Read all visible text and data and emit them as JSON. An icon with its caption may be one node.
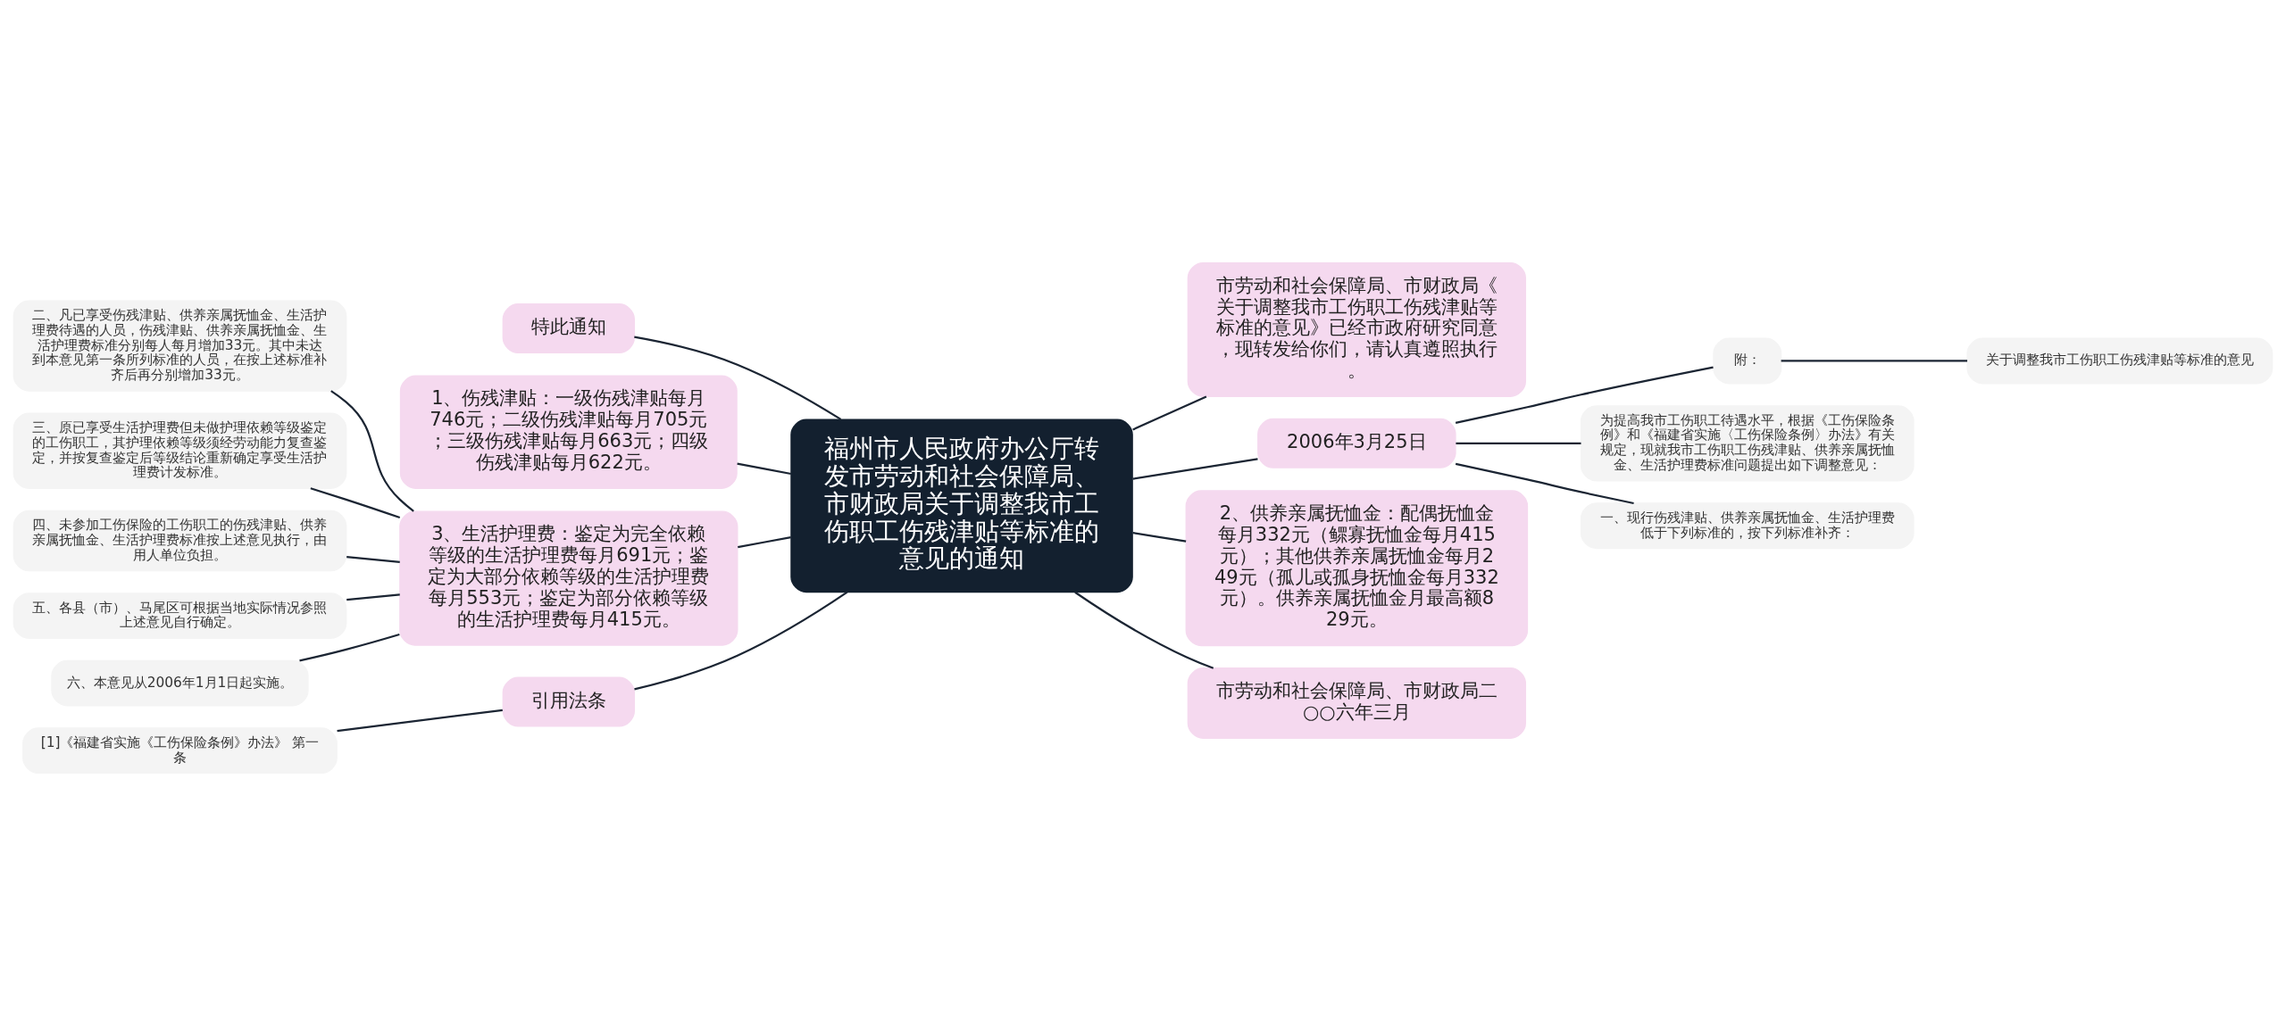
{
  "diagram": {
    "nodes": [
      {
        "text": [
          "福州市人民政府办公厅转发市劳动和社会保障局、市财政局关于调整我市工伤职工伤残津贴等标准的意见的通知"
        ]
      },
      {
        "text": [
          "特此通知"
        ]
      },
      {
        "text": [
          "1、伤残津贴：一级伤残津贴每月746元；二级伤残津贴每月705元；三级伤残津贴每月663元；四级伤残津贴每月622元。"
        ]
      },
      {
        "text": [
          "二、凡已享受伤残津贴、供养亲属抚恤金、生活护理费待遇的人员，伤残津贴、供养亲属抚恤金、生活护理费标准分别每人每月增加33元。其中未达到本意见第一条所列标准的人员，在按上述标准补齐后再分别增加33元。"
        ]
      },
      {
        "text": [
          "三、原已享受生活护理费但未做护理依赖等级鉴定的工伤职工，其护理依赖等级须经劳动能力复查鉴定，并按复查鉴定后等级结论重新确定享受生活护理费计发标准。"
        ]
      },
      {
        "text": [
          "四、未参加工伤保险的工伤职工的伤残津贴、供养亲属抚恤金、生活护理费标准按上述意见执行，由用人单位负担。"
        ]
      },
      {
        "text": [
          "五、各县（市）、马尾区可根据当地实际情况参照上述意见自行确定。"
        ]
      },
      {
        "text": [
          "六、本意见从2006年1月1日起实施。"
        ]
      },
      {
        "text": [
          "3、生活护理费：鉴定为完全依赖等级的生活护理费每月691元；鉴定为大部分依赖等级的生活护理费每月553元；鉴定为部分依赖等级的生活护理费每月415元。"
        ]
      },
      {
        "text": [
          "[1]《福建省实施《工伤保险条例》办法》 第一条"
        ]
      },
      {
        "text": [
          "引用法条"
        ]
      },
      {
        "text": [
          "市劳动和社会保障局、市财政局《关于调整我市工伤职工伤残津贴等标准的意见》已经市政府研究同意，现转发给你们，请认真遵照执行。"
        ]
      },
      {
        "text": [
          "附："
        ]
      },
      {
        "text": [
          "关于调整我市工伤职工伤残津贴等标准的意见"
        ]
      },
      {
        "text": [
          "2006年3月25日"
        ]
      },
      {
        "text": [
          "为提高我市工伤职工待遇水平，根据《工伤保险条例》和《福建省实施〈工伤保险条例〉办法》有关规定，现就我市工伤职工伤残津贴、供养亲属抚恤金、生活护理费标准问题提出如下调整意见："
        ]
      },
      {
        "text": [
          "一、现行伤残津贴、供养亲属抚恤金、生活护理费低于下列标准的，按下列标准补齐："
        ]
      },
      {
        "text": [
          "2、供养亲属抚恤金：配偶抚恤金每月332元（鳏寡抚恤金每月415元）；其他供养亲属抚恤金每月249元（孤儿或孤身抚恤金每月332元）。供养亲属抚恤金月最高额829元。"
        ]
      },
      {
        "text": [
          "市劳动和社会保障局、市财政局二○○六年三月"
        ]
      }
    ],
    "edges": [
      {
        "from": 0,
        "to": 1,
        "arrow": "none"
      },
      {
        "from": 0,
        "to": 2,
        "arrow": "none"
      },
      {
        "from": 8,
        "to": 3,
        "arrow": "none"
      },
      {
        "from": 8,
        "to": 4,
        "arrow": "none"
      },
      {
        "from": 8,
        "to": 5,
        "arrow": "none"
      },
      {
        "from": 8,
        "to": 6,
        "arrow": "none"
      },
      {
        "from": 8,
        "to": 7,
        "arrow": "none"
      },
      {
        "from": 0,
        "to": 8,
        "arrow": "none"
      },
      {
        "from": 10,
        "to": 9,
        "arrow": "none"
      },
      {
        "from": 0,
        "to": 10,
        "arrow": "none"
      },
      {
        "from": 0,
        "to": 11,
        "arrow": "none"
      },
      {
        "from": 12,
        "to": 13,
        "arrow": "none"
      },
      {
        "from": 14,
        "to": 12,
        "arrow": "none"
      },
      {
        "from": 14,
        "to": 15,
        "arrow": "none"
      },
      {
        "from": 14,
        "to": 16,
        "arrow": "none"
      },
      {
        "from": 0,
        "to": 14,
        "arrow": "none"
      },
      {
        "from": 0,
        "to": 17,
        "arrow": "none"
      },
      {
        "from": 0,
        "to": 18,
        "arrow": "none"
      }
    ]
  }
}
